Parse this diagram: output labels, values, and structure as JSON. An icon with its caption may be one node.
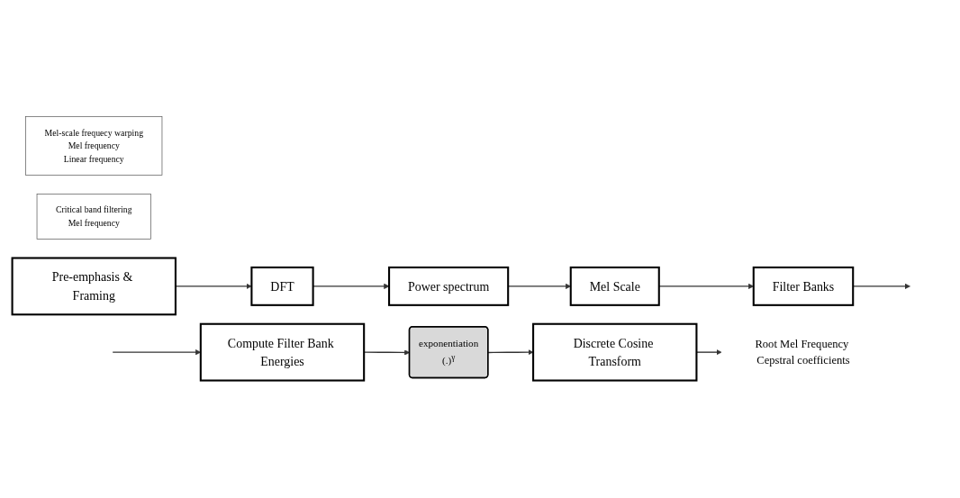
{
  "diagram": {
    "nodes": [
      {
        "text": [
          "Mel-scale frequecy warping",
          "Mel frequency",
          "Linear frequency"
        ]
      },
      {
        "text": [
          "Critical band filtering",
          "Mel frequency"
        ]
      },
      {
        "text": [
          "Pre-emphasis & Framing"
        ]
      },
      {
        "text": [
          "DFT"
        ]
      },
      {
        "text": [
          "Power spectrum"
        ]
      },
      {
        "text": [
          "Mel Scale"
        ]
      },
      {
        "text": [
          "Filter Banks"
        ]
      },
      {
        "text": [
          "Root Mel Frequency Cepstral coefficients"
        ]
      },
      {
        "text": [
          "Discrete Cosine Transform"
        ]
      },
      {
        "text": [
          "exponentiation",
          "(.)$^{γ}$"
        ]
      },
      {
        "text": [
          "Compute Filter Bank Energies"
        ]
      }
    ],
    "edges": [
      {
        "from": 2,
        "to": 3,
        "arrow": "to"
      },
      {
        "from": 3,
        "to": 4,
        "arrow": "to"
      },
      {
        "from": 4,
        "to": 5,
        "arrow": "to"
      },
      {
        "from": 5,
        "to": 6,
        "arrow": "to"
      },
      {
        "from": 6,
        "to": null,
        "arrow": "to"
      },
      {
        "from": null,
        "to": 10,
        "arrow": "to"
      },
      {
        "from": 10,
        "to": 9,
        "arrow": "to"
      },
      {
        "from": 9,
        "to": 8,
        "arrow": "to"
      },
      {
        "from": 8,
        "to": 7,
        "arrow": "to"
      }
    ]
  }
}
